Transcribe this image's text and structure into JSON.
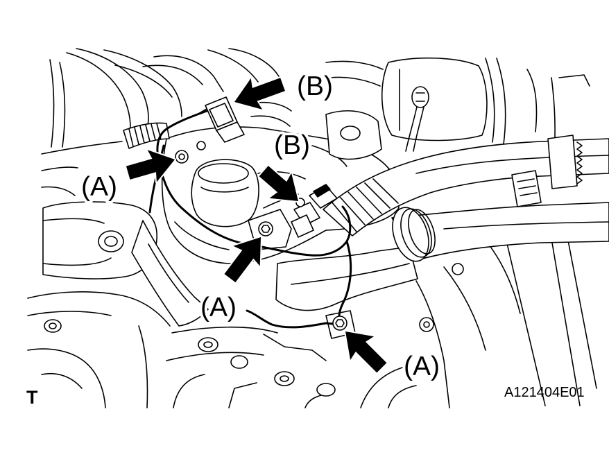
{
  "figure": {
    "callouts": [
      {
        "text": "(B)"
      },
      {
        "text": "(B)"
      },
      {
        "text": "(A)"
      },
      {
        "text": "(A)"
      },
      {
        "text": "(A)"
      }
    ],
    "view_marker": "T",
    "figure_id": "A121404E01"
  },
  "icons": {
    "pointer": "arrow-icon",
    "fastener": "bolt-icon",
    "plug": "connector-icon"
  },
  "colors": {
    "ink": "#000000",
    "paper": "#ffffff"
  }
}
